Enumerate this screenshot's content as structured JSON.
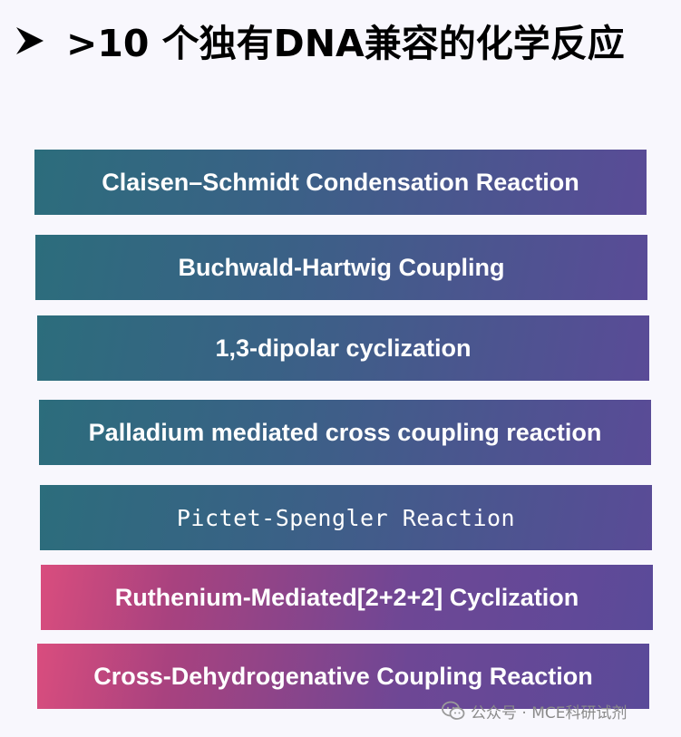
{
  "title": {
    "text": ">10 个独有DNA兼容的化学反应"
  },
  "reactions": [
    {
      "label": "Claisen–Schmidt Condensation Reaction"
    },
    {
      "label": "Buchwald-Hartwig Coupling"
    },
    {
      "label": "1,3-dipolar cyclization"
    },
    {
      "label": "Palladium mediated cross coupling reaction"
    },
    {
      "label": "Pictet-Spengler Reaction"
    },
    {
      "label": "Ruthenium-Mediated[2+2+2] Cyclization"
    },
    {
      "label": "Cross-Dehydrogenative Coupling Reaction"
    }
  ],
  "watermark": {
    "icon": "wechat-icon",
    "text": "公众号 · MCE科研试剂"
  },
  "colors": {
    "teal": "#2c6d7c",
    "purple": "#5a4b97",
    "pink": "#d94d7e",
    "background": "#f8f7fd"
  }
}
